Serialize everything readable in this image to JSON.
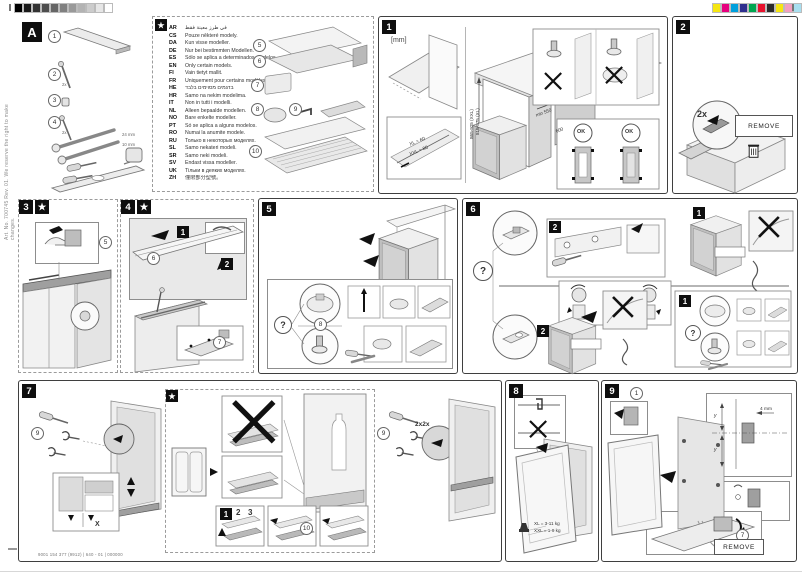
{
  "document": {
    "artline": "Art. No. 700745 Rev. 01. We reserve the right to make changes.",
    "footer_code": "9001 154 377 (9912) | 640 - 01 | 000000",
    "star_symbol": "★"
  },
  "calibration": {
    "grayscale": [
      "#000000",
      "#1a1a1a",
      "#333333",
      "#4d4d4d",
      "#666666",
      "#808080",
      "#999999",
      "#b3b3b3",
      "#cccccc",
      "#e6e6e6",
      "#ffffff"
    ],
    "cmyk": [
      "#f5e612",
      "#e6007e",
      "#00a0dc",
      "#2f2f8f",
      "#00a650",
      "#e8112d",
      "#2b2b2b",
      "#f5e612",
      "#f2a0c0",
      "#a8dff0",
      "#9e9e9e"
    ]
  },
  "parts_panel": {
    "label": "A",
    "nums": [
      "1",
      "2",
      "3",
      "4"
    ],
    "qty2": "2x",
    "qty4": "2x",
    "wrench_large": "24 mm",
    "wrench_small": "10 mm"
  },
  "accessories_panel": {
    "star": "★",
    "nums": [
      "5",
      "6",
      "7",
      "8",
      "9",
      "10"
    ]
  },
  "languages": {
    "star": "★",
    "entries": [
      {
        "code": "AR",
        "text": "في طرز معينة فقط"
      },
      {
        "code": "CS",
        "text": "Pouze některé modely."
      },
      {
        "code": "DA",
        "text": "Kun visse modeller."
      },
      {
        "code": "DE",
        "text": "Nur bei bestimmten Modellen."
      },
      {
        "code": "ES",
        "text": "Sólo se aplica a determinados modelos."
      },
      {
        "code": "EN",
        "text": "Only certain models."
      },
      {
        "code": "FI",
        "text": "Vain tietyt mallit."
      },
      {
        "code": "FR",
        "text": "Uniquement pour certains modèles."
      },
      {
        "code": "HE",
        "text": "בדגמים מסוימים בלבד"
      },
      {
        "code": "HR",
        "text": "Samo na nekim modelima."
      },
      {
        "code": "IT",
        "text": "Non in tutti i modelli."
      },
      {
        "code": "NL",
        "text": "Alleen bepaalde modellen."
      },
      {
        "code": "NO",
        "text": "Bare enkelte modeller."
      },
      {
        "code": "PT",
        "text": "Só se aplica a alguns modelos."
      },
      {
        "code": "RO",
        "text": "Numai la anumite modele."
      },
      {
        "code": "RU",
        "text": "Только в некоторых моделях."
      },
      {
        "code": "SL",
        "text": "Samo nekateri modeli."
      },
      {
        "code": "SR",
        "text": "Samo neki modeli."
      },
      {
        "code": "SV",
        "text": "Endast vissa modeller."
      },
      {
        "code": "UK",
        "text": "Тільки в деяких моделях."
      },
      {
        "code": "ZH",
        "text": "僅限部分型號。"
      }
    ]
  },
  "panel1": {
    "number": "1",
    "unit_label": "[mm]",
    "niche_xl": "815-875 (XL)",
    "niche_xxl": "865-925 (XXL)",
    "depth_min": "min 550",
    "width": "600",
    "plinth_xl": "XL = 60",
    "plinth_xxl": "XXL = 80",
    "ok_label": "OK"
  },
  "panel2": {
    "number": "2",
    "qty": "2x",
    "remove_label": "REMOVE"
  },
  "panel3": {
    "number": "3",
    "star": "★",
    "part": "5"
  },
  "panel4": {
    "number": "4",
    "star": "★",
    "step1": "1",
    "step2": "2",
    "part_rail": "6",
    "part_hinge": "7"
  },
  "panel5": {
    "number": "5",
    "question": "?",
    "part_foot": "8"
  },
  "panel6": {
    "number": "6",
    "question": "?",
    "step1": "1",
    "step2": "2"
  },
  "panel7": {
    "number": "7",
    "part_screws": "9",
    "qty_note": "2x2x",
    "dim_x": "X",
    "star": "★",
    "step1": "1",
    "step2": "2",
    "step3": "3",
    "part_strip": "10"
  },
  "panel8": {
    "number": "8",
    "weight_line1": "XL = 3-11 kg",
    "weight_line2": "XXL = 1-9 kg"
  },
  "panel9": {
    "number": "9",
    "step": "1",
    "gap_dim": "4 mm",
    "dim_y_top": "y",
    "dim_y_bottom": "y",
    "part": "7",
    "remove_label": "REMOVE"
  }
}
